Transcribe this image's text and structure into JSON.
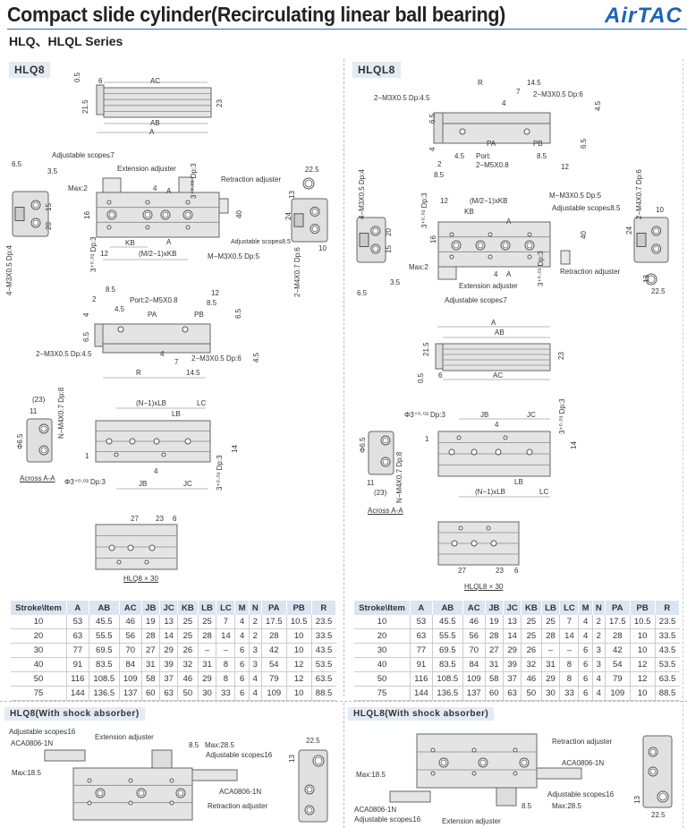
{
  "header": {
    "title": "Compact slide cylinder(Recirculating linear ball bearing)",
    "subtitle": "HLQ、HLQL Series",
    "logo": "AirTAC",
    "accent_color": "#1d63b8"
  },
  "hlq8": {
    "label": "HLQ8",
    "top_view": [
      "0.5",
      "6",
      "AC",
      "21.5",
      "23",
      "AB",
      "A"
    ],
    "main_view": [
      "Adjustable scope≤7",
      "Extension adjuster",
      "Retraction adjuster",
      "Max:2",
      "4",
      "A",
      "3⁺⁰·⁰³ Dp:3",
      "16",
      "40",
      "3⁺⁰·⁰³ Dp:3",
      "KB",
      "A",
      "12",
      "(M/2−1)xKB",
      "Adjustable scope≤8.5",
      "M−M3X0.5 Dp:5"
    ],
    "left_end": [
      "6.5",
      "3.5",
      "15",
      "20",
      "4−M3X0.5 Dp:4"
    ],
    "right_end": [
      "22.5",
      "13",
      "24",
      "10",
      "2−M4X0.7 Dp:6"
    ],
    "profile": [
      "8.5",
      "2",
      "Port:2−M5X0.8",
      "4.5",
      "12",
      "8.5",
      "PA",
      "PB",
      "4",
      "6.5",
      "6.5",
      "2−M3X0.5 Dp:4.5",
      "4",
      "7",
      "2−M3X0.5 Dp:6",
      "4.5",
      "R",
      "14.5"
    ],
    "section": [
      "(23)",
      "11",
      "N−M4X0.7 Dp:8",
      "Φ6.5",
      "Across A-A"
    ],
    "bottom_view": [
      "(N−1)xLB",
      "LC",
      "LB",
      "1",
      "14",
      "4",
      "Φ3⁺⁰·⁰³ Dp:3",
      "JB",
      "JC",
      "3⁺⁰·⁰³ Dp:3"
    ],
    "x30": [
      "27",
      "23",
      "6",
      "HLQ8 × 30"
    ]
  },
  "hlql8": {
    "label": "HLQL8",
    "profile": [
      "R",
      "14.5",
      "7",
      "2−M3X0.5 Dp:4.5",
      "2−M3X0.5 Dp:6",
      "4",
      "4.5",
      "6.5",
      "4",
      "PA",
      "PB",
      "6.5",
      "4.5",
      "Port:",
      "2−M5X0.8",
      "8.5",
      "12",
      "2",
      "8.5"
    ],
    "main_view": [
      "4−M3X0.5 Dp:4",
      "12",
      "(M/2−1)xKB",
      "M−M3X0.5 Dp:5",
      "Adjustable scope≤8.5",
      "KB",
      "3⁺⁰·⁰³ Dp:3",
      "2−M4X0.7 Dp:6",
      "10",
      "A",
      "20",
      "16",
      "40",
      "15",
      "24",
      "Max:2",
      "4",
      "A",
      "Retraction adjuster",
      "3⁺⁰·⁰³ Dp:3",
      "13",
      "3.5",
      "Extension adjuster",
      "6.5",
      "22.5",
      "Adjustable scope≤7"
    ],
    "top_view": [
      "A",
      "AB",
      "21.5",
      "23",
      "0.5",
      "6",
      "AC"
    ],
    "bottom_view": [
      "Φ3⁺⁰·⁰³ Dp:3",
      "JB",
      "JC",
      "4",
      "3⁺⁰·⁰³ Dp:3",
      "1",
      "14",
      "Φ6.5",
      "11",
      "(23)",
      "N−M4X0.7 Dp:8",
      "LB",
      "(N−1)xLB",
      "LC",
      "Across A-A"
    ],
    "x30": [
      "27",
      "23",
      "6",
      "HLQL8 × 30"
    ]
  },
  "table": {
    "columns": [
      "Stroke\\Item",
      "A",
      "AB",
      "AC",
      "JB",
      "JC",
      "KB",
      "LB",
      "LC",
      "M",
      "N",
      "PA",
      "PB",
      "R"
    ],
    "rows": [
      [
        "10",
        "53",
        "45.5",
        "46",
        "19",
        "13",
        "25",
        "25",
        "7",
        "4",
        "2",
        "17.5",
        "10.5",
        "23.5"
      ],
      [
        "20",
        "63",
        "55.5",
        "56",
        "28",
        "14",
        "25",
        "28",
        "14",
        "4",
        "2",
        "28",
        "10",
        "33.5"
      ],
      [
        "30",
        "77",
        "69.5",
        "70",
        "27",
        "29",
        "26",
        "–",
        "–",
        "6",
        "3",
        "42",
        "10",
        "43.5"
      ],
      [
        "40",
        "91",
        "83.5",
        "84",
        "31",
        "39",
        "32",
        "31",
        "8",
        "6",
        "3",
        "54",
        "12",
        "53.5"
      ],
      [
        "50",
        "116",
        "108.5",
        "109",
        "58",
        "37",
        "46",
        "29",
        "8",
        "6",
        "4",
        "79",
        "12",
        "63.5"
      ],
      [
        "75",
        "144",
        "136.5",
        "137",
        "60",
        "63",
        "50",
        "30",
        "33",
        "6",
        "4",
        "109",
        "10",
        "88.5"
      ]
    ]
  },
  "shock_left": {
    "label": "HLQ8(With shock absorber)",
    "labels": [
      "Adjustable scope≤16",
      "ACA0806-1N",
      "Extension adjuster",
      "8.5",
      "Max:28.5",
      "22.5",
      "Adjustable scope≤16",
      "13",
      "Max:18.5",
      "ACA0806-1N",
      "Retraction adjuster"
    ]
  },
  "shock_right": {
    "label": "HLQL8(With shock absorber)",
    "labels": [
      "Retraction adjuster",
      "ACA0806-1N",
      "Max:18.5",
      "Adjustable scope≤16",
      "13",
      "8.5",
      "Max:28.5",
      "ACA0806-1N",
      "22.5",
      "Adjustable scope≤16",
      "Extension adjuster"
    ]
  }
}
